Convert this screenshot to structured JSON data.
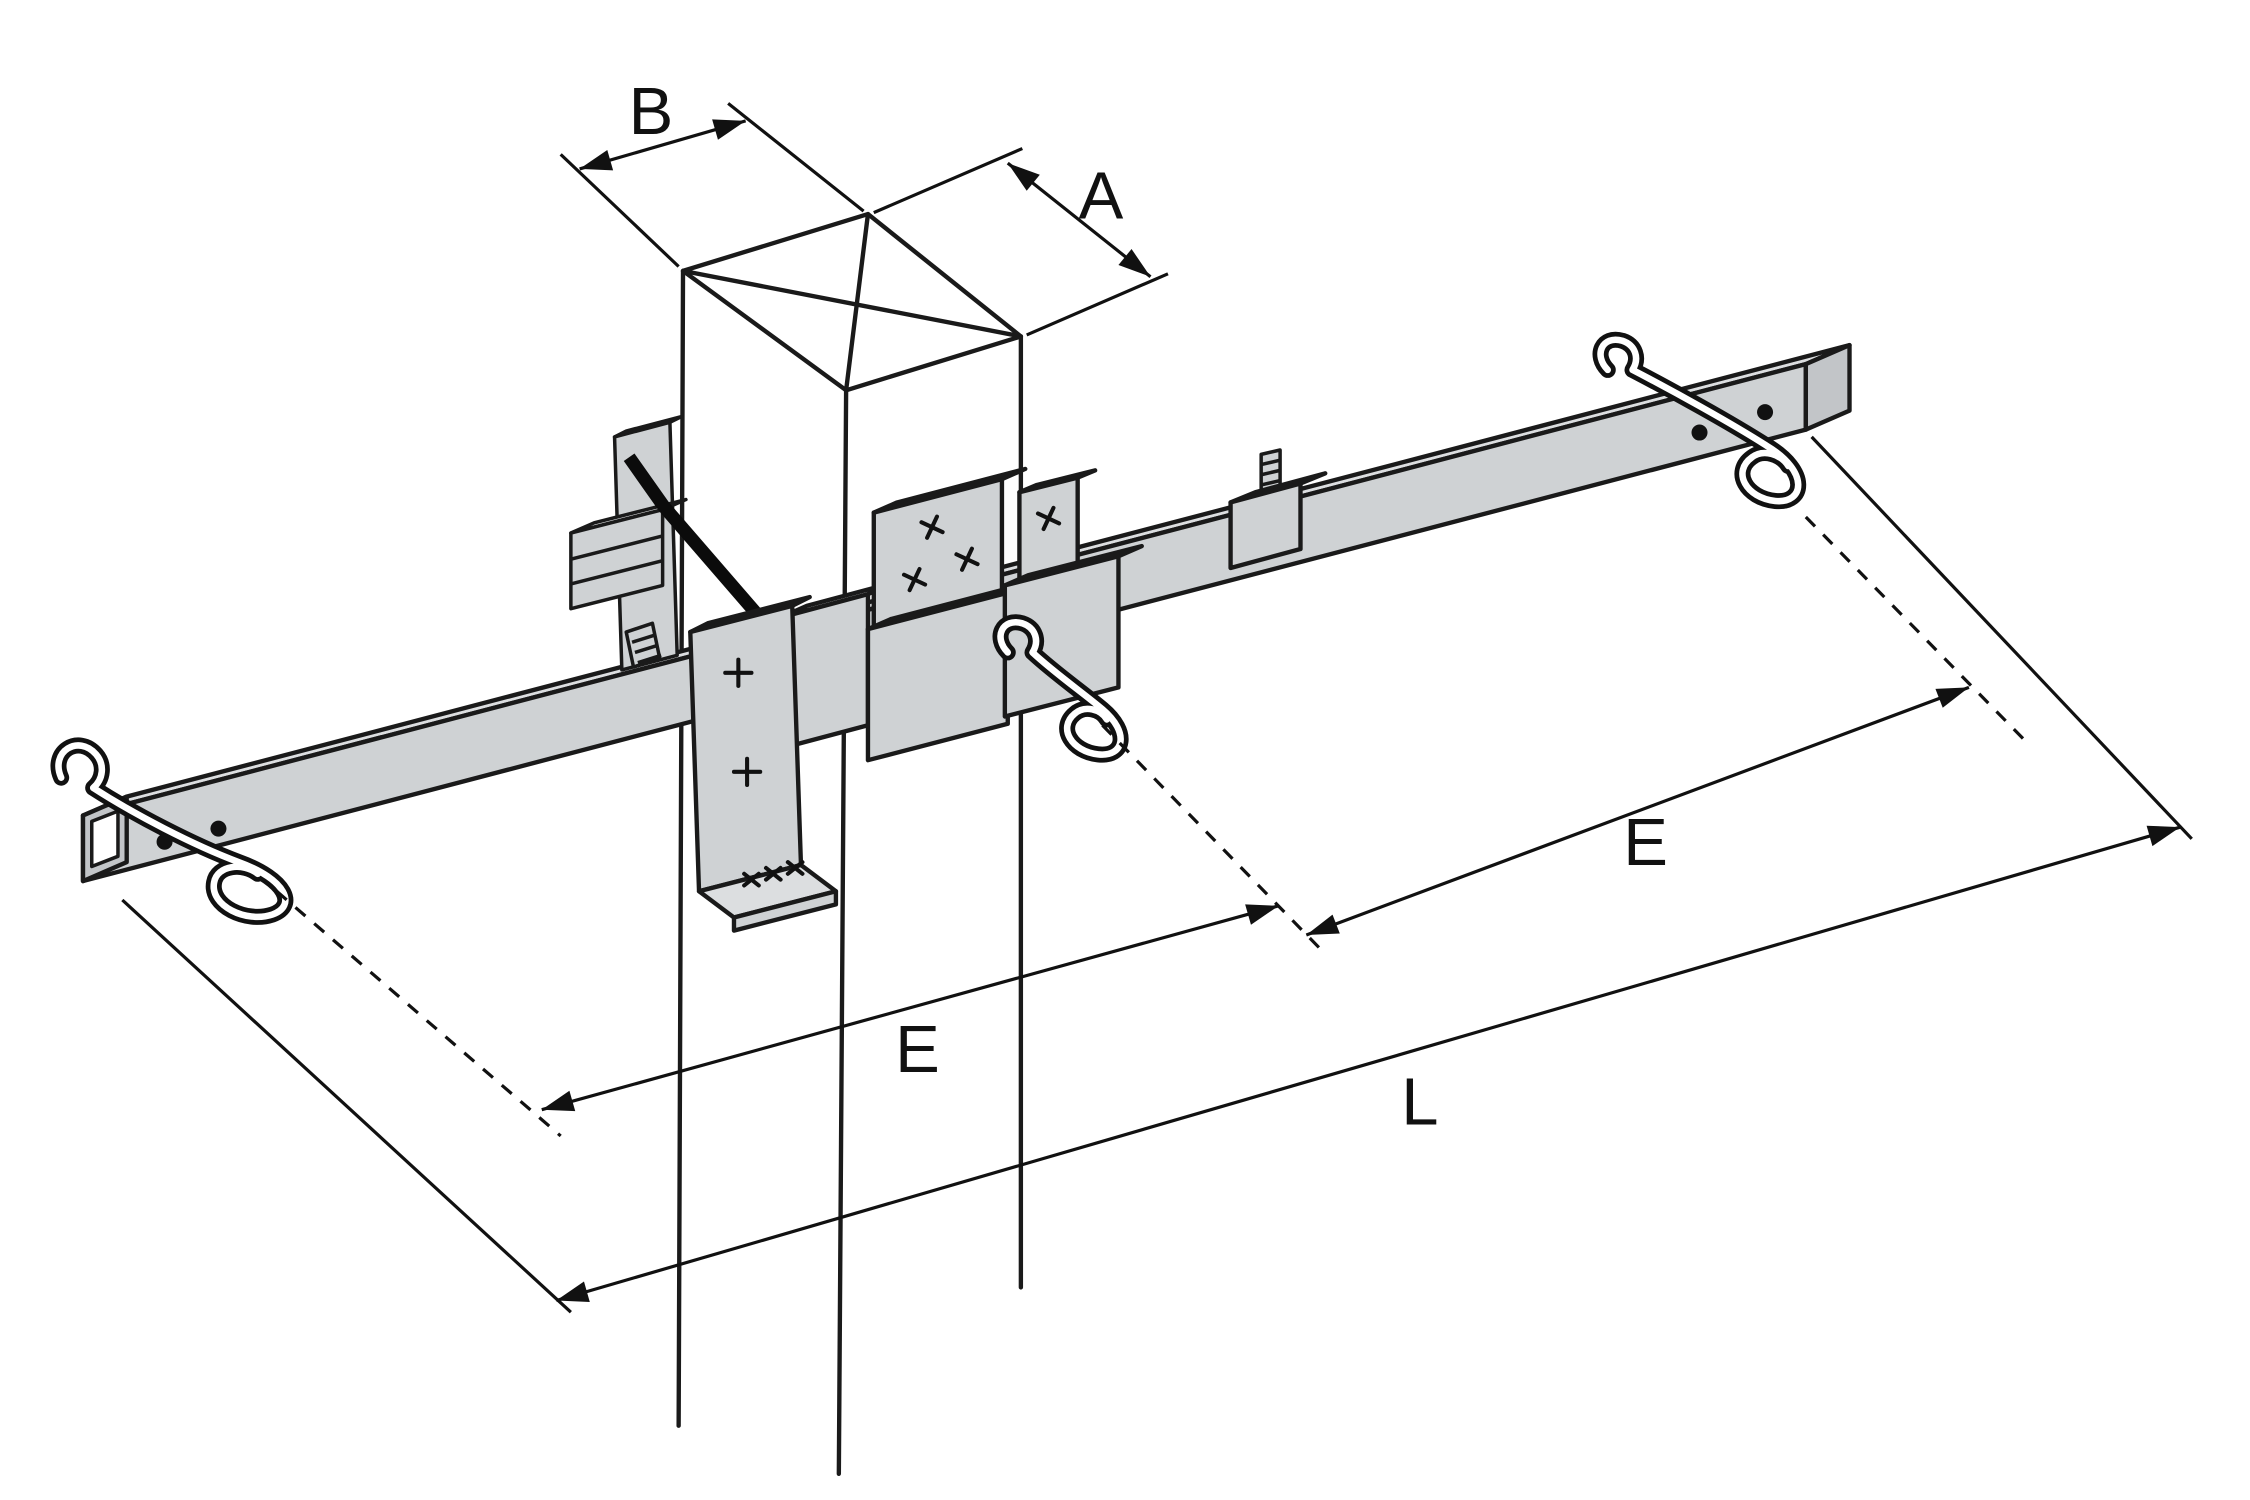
{
  "diagram": {
    "labels": {
      "dim_width_b": "B",
      "dim_width_a": "A",
      "dim_span_right": "E",
      "dim_span_left": "E",
      "dim_overall_length": "L"
    },
    "colors": {
      "outline": "#1a1a1a",
      "steel_light": "#dcdee0",
      "steel_mid": "#cfd2d4",
      "steel_dark": "#c2c5c8",
      "post_face": "#ffffff",
      "background": "#ffffff",
      "dimension_lines": "#111111"
    }
  }
}
